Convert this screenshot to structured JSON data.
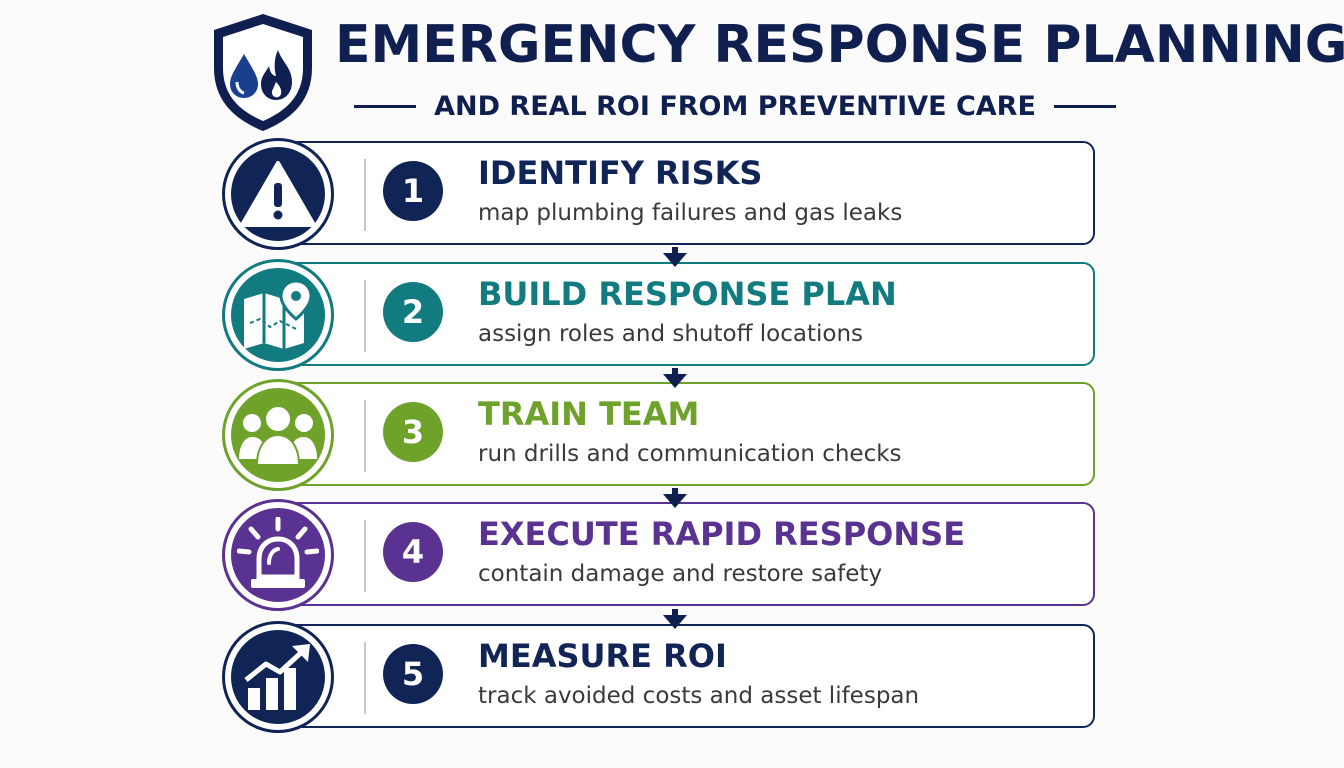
{
  "header": {
    "title": "EMERGENCY RESPONSE PLANNING",
    "subtitle": "AND REAL ROI FROM PREVENTIVE CARE",
    "icon": "shield-water-fire-icon",
    "color": "#0f1f4f"
  },
  "steps": [
    {
      "number": "1",
      "title": "IDENTIFY RISKS",
      "description": "map plumbing failures and gas leaks",
      "icon": "warning-triangle-icon",
      "color": "#102456"
    },
    {
      "number": "2",
      "title": "BUILD RESPONSE PLAN",
      "description": "assign roles and shutoff locations",
      "icon": "map-pin-icon",
      "color": "#127b7f"
    },
    {
      "number": "3",
      "title": "TRAIN TEAM",
      "description": "run drills and communication checks",
      "icon": "team-icon",
      "color": "#6ea22a"
    },
    {
      "number": "4",
      "title": "EXECUTE RAPID RESPONSE",
      "description": "contain damage and restore safety",
      "icon": "alarm-siren-icon",
      "color": "#5a3291"
    },
    {
      "number": "5",
      "title": "MEASURE ROI",
      "description": "track avoided costs and asset lifespan",
      "icon": "growth-chart-icon",
      "color": "#102456"
    }
  ]
}
